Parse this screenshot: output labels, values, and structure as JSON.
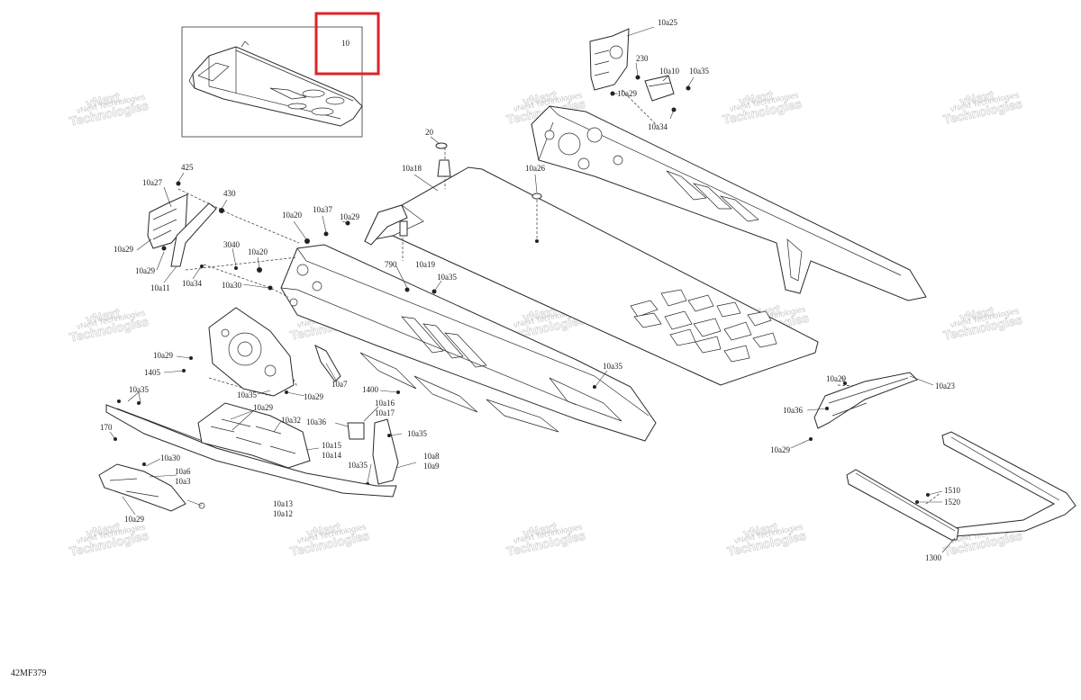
{
  "diagram": {
    "code": "42MF379",
    "highlight_color": "#d9252a",
    "line_color": "#2a2a2a",
    "inset_label": "10",
    "watermark_lines": [
      "vNext",
      "Technologies"
    ],
    "watermark_caption": "vNext Technologies",
    "callouts": {
      "c10a25": "10a25",
      "c230": "230",
      "c10a10": "10a10",
      "c10a35_tr": "10a35",
      "c10a29_tr": "10a29",
      "c10a34_tr": "10a34",
      "c20": "20",
      "c10a18": "10a18",
      "c10a26": "10a26",
      "c425": "425",
      "c10a27": "10a27",
      "c430": "430",
      "c10a29_l1": "10a29",
      "c3040": "3040",
      "c10a29_l2": "10a29",
      "c10a11": "10a11",
      "c10a34_l": "10a34",
      "c10a20_a": "10a20",
      "c10a37": "10a37",
      "c10a29_m": "10a29",
      "c10a20_b": "10a20",
      "c790": "790",
      "c10a19": "10a19",
      "c10a30_m": "10a30",
      "c10a35_m": "10a35",
      "c10a29_l3": "10a29",
      "c1405": "1405",
      "c10a35_l": "10a35",
      "c10a29_l4": "10a29",
      "c10a7": "10a7",
      "c1400": "1400",
      "c10a35_c": "10a35",
      "c10a35_bl": "10a35",
      "c170": "170",
      "c10a29_b": "10a29",
      "c10a32": "10a32",
      "c10a36_b": "10a36",
      "c10a16": "10a16",
      "c10a17": "10a17",
      "c10a35_b": "10a35",
      "c10a15": "10a15",
      "c10a14": "10a14",
      "c10a30_b": "10a30",
      "c10a6": "10a6",
      "c10a3": "10a3",
      "c10a35_b2": "10a35",
      "c10a8": "10a8",
      "c10a9": "10a9",
      "c10a13": "10a13",
      "c10a12": "10a12",
      "c10a29_bl": "10a29",
      "c10a29_r": "10a29",
      "c10a23": "10a23",
      "c10a36_r": "10a36",
      "c10a29_r2": "10a29",
      "c1510": "1510",
      "c1520": "1520",
      "c1300": "1300"
    }
  }
}
